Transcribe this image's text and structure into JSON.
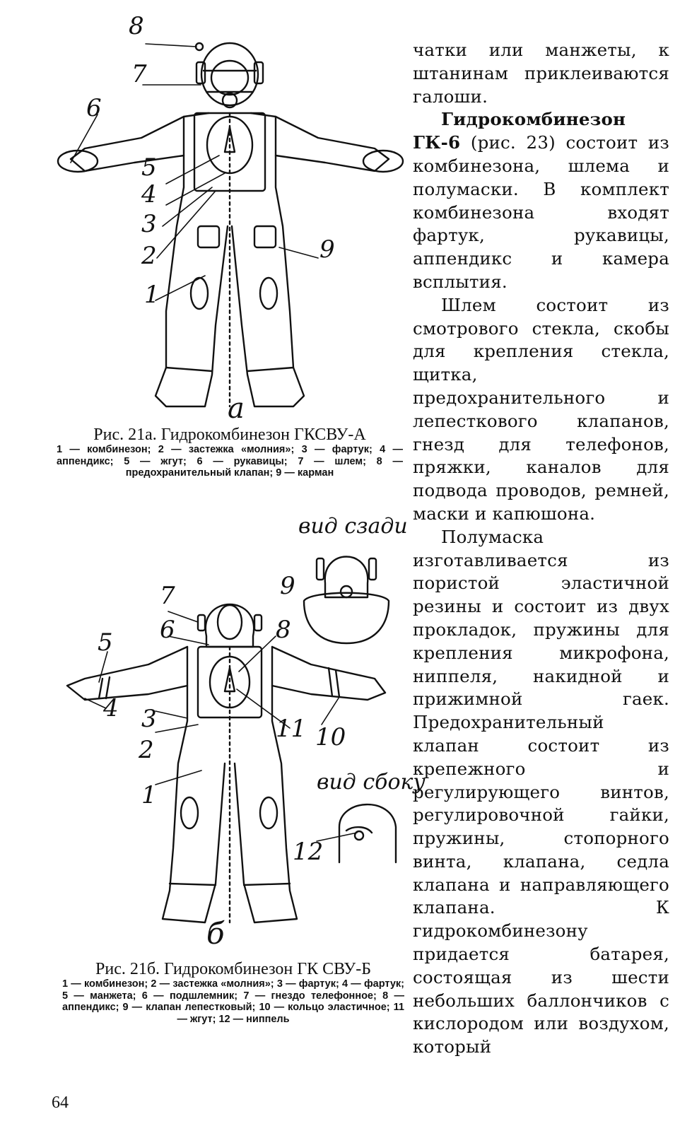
{
  "figure_a": {
    "letter": "a",
    "caption_title": "Рис. 21а. Гидрокомбинезон ГКСВУ-А",
    "caption_legend": "1 — комбинезон; 2 — застежка «молния»; 3 — фартук; 4 — аппендикс; 5 — жгут; 6 — рукавицы; 7 — шлем; 8 — предохранительный клапан; 9 — карман",
    "labels": [
      "1",
      "2",
      "3",
      "4",
      "5",
      "6",
      "7",
      "8",
      "9"
    ]
  },
  "figure_b": {
    "letter": "б",
    "view_back": "вид сзади",
    "view_side": "вид сбоку",
    "caption_title": "Рис. 21б. Гидрокомбинезон ГК СВУ-Б",
    "caption_legend": "1 — комбинезон; 2 — застежка «молния»; 3 — фартук; 4 — фартук; 5 — манжета; 6 — подшлемник; 7 — гнездо телефонное; 8 — аппендикс; 9 — клапан лепестковый; 10 — кольцо эластичное; 11 — жгут; 12 — ниппель",
    "labels": [
      "1",
      "2",
      "3",
      "4",
      "5",
      "6",
      "7",
      "8",
      "9",
      "10",
      "11",
      "12"
    ]
  },
  "text": {
    "p1": "чатки или манжеты, к штанинам приклеиваются галоши.",
    "p2_bold": "Гидрокомбинезон ГК-6",
    "p2_rest": " (рис. 23) состоит из комбинезона, шлема и полумаски. В комплект комбинезона входят фартук, рукавицы, аппендикс и камера всплытия.",
    "p3": "Шлем состоит из смотрового стекла, скобы для крепления стекла, щитка, предохранительного и лепесткового клапанов, гнезд для телефонов, пряжки, каналов для подвода проводов, ремней, маски и капюшона.",
    "p4": "Полумаска изготавливается из пористой эластичной резины и состоит из двух прокладок, пружины для крепления микрофона, ниппеля, накидной и прижимной гаек. Предохранительный клапан состоит из крепежного и регулирующего винтов, регулировочной гайки, пружины, стопорного винта, клапана, седла клапана и направляющего клапана. К гидрокомбинезону придается батарея, состоящая из шести небольших баллончиков с кислородом или воздухом, который"
  },
  "page_number": "64"
}
